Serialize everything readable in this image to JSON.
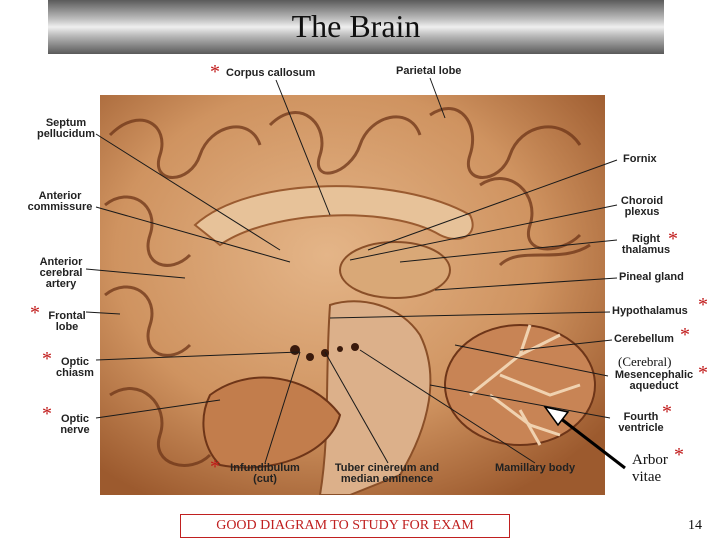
{
  "title": "The Brain",
  "labels": {
    "corpus_callosum": "Corpus callosum",
    "parietal_lobe": "Parietal lobe",
    "septum_1": "Septum",
    "septum_2": "pellucidum",
    "ant_comm_1": "Anterior",
    "ant_comm_2": "commissure",
    "ant_cer_1": "Anterior",
    "ant_cer_2": "cerebral",
    "ant_cer_3": "artery",
    "frontal_1": "Frontal",
    "frontal_2": "lobe",
    "optic_chiasm_1": "Optic",
    "optic_chiasm_2": "chiasm",
    "optic_nerve_1": "Optic",
    "optic_nerve_2": "nerve",
    "infund_1": "Infundibulum",
    "infund_2": "(cut)",
    "tuber_1": "Tuber cinereum and",
    "tuber_2": "median eminence",
    "mamillary": "Mamillary body",
    "fornix": "Fornix",
    "choroid_1": "Choroid",
    "choroid_2": "plexus",
    "right_thal_1": "Right",
    "right_thal_2": "thalamus",
    "pineal": "Pineal gland",
    "hypothalamus": "Hypothalamus",
    "cerebellum": "Cerebellum",
    "cerebral_paren": "(Cerebral)",
    "mesen_1": "Mesencephalic",
    "mesen_2": "aqueduct",
    "fourth_1": "Fourth",
    "fourth_2": "ventricle",
    "arbor_1": "Arbor",
    "arbor_2": "vitae"
  },
  "star": "*",
  "footer": "GOOD DIAGRAM TO STUDY FOR EXAM",
  "page_number": "14",
  "colors": {
    "tissue": "#c98a55",
    "tissue_light": "#e2b283",
    "tissue_dark": "#7a3f1e",
    "star_red": "#c01818",
    "footer_red": "#c02020"
  }
}
